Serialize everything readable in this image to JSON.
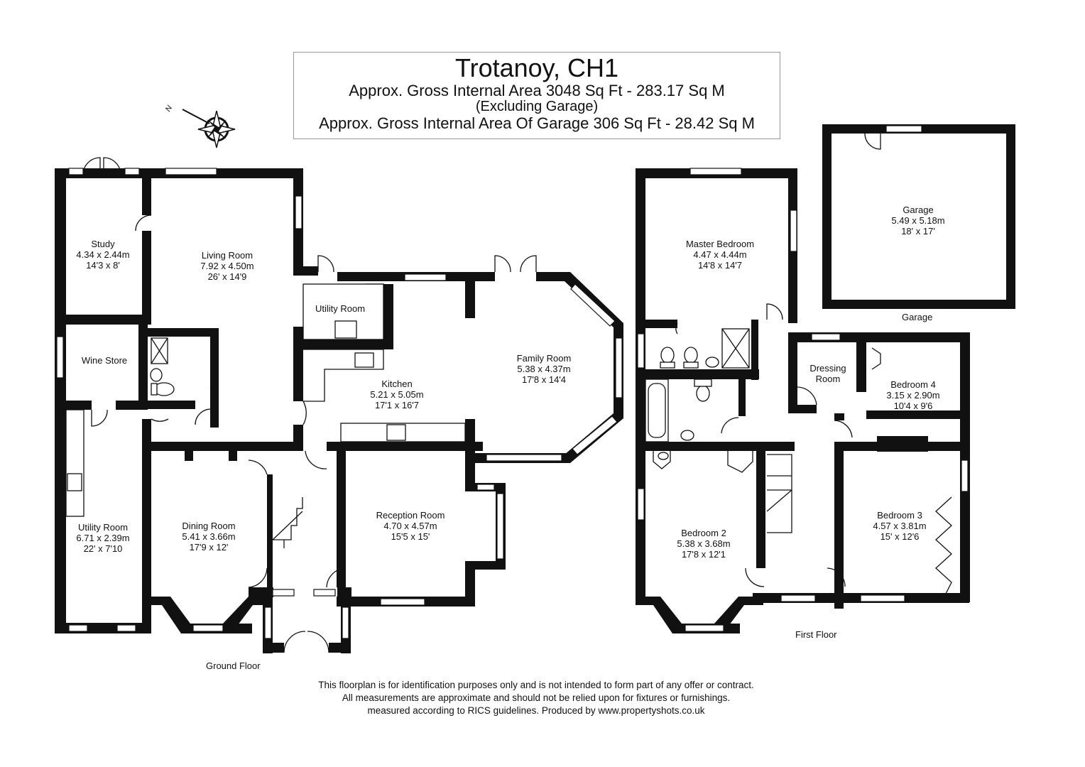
{
  "header": {
    "title": "Trotanoy, CH1",
    "area_line": "Approx. Gross Internal Area   3048 Sq Ft  -  283.17 Sq M",
    "excluding": "(Excluding Garage)",
    "garage_line": "Approx. Gross Internal Area Of Garage  306 Sq Ft  -  28.42 Sq M"
  },
  "compass": {
    "north_label": "N"
  },
  "rooms": {
    "study": {
      "name": "Study",
      "metric": "4.34 x 2.44m",
      "imperial": "14'3 x 8'"
    },
    "living": {
      "name": "Living Room",
      "metric": "7.92 x 4.50m",
      "imperial": "26' x 14'9"
    },
    "utility_small": {
      "name": "Utility Room"
    },
    "wine": {
      "name": "Wine Store"
    },
    "kitchen": {
      "name": "Kitchen",
      "metric": "5.21 x 5.05m",
      "imperial": "17'1 x 16'7"
    },
    "family": {
      "name": "Family Room",
      "metric": "5.38 x 4.37m",
      "imperial": "17'8 x 14'4"
    },
    "utility_large": {
      "name": "Utility Room",
      "metric": "6.71 x 2.39m",
      "imperial": "22' x 7'10"
    },
    "dining": {
      "name": "Dining Room",
      "metric": "5.41 x 3.66m",
      "imperial": "17'9 x 12'"
    },
    "reception": {
      "name": "Reception Room",
      "metric": "4.70 x 4.57m",
      "imperial": "15'5 x 15'"
    },
    "master": {
      "name": "Master Bedroom",
      "metric": "4.47 x 4.44m",
      "imperial": "14'8 x 14'7"
    },
    "garage": {
      "name": "Garage",
      "metric": "5.49 x 5.18m",
      "imperial": "18' x 17'"
    },
    "dressing": {
      "name": "Dressing Room"
    },
    "bed4": {
      "name": "Bedroom 4",
      "metric": "3.15 x 2.90m",
      "imperial": "10'4 x 9'6"
    },
    "bed2": {
      "name": "Bedroom 2",
      "metric": "5.38 x 3.68m",
      "imperial": "17'8 x 12'1"
    },
    "bed3": {
      "name": "Bedroom 3",
      "metric": "4.57 x 3.81m",
      "imperial": "15' x 12'6"
    }
  },
  "floors": {
    "ground": "Ground Floor",
    "first": "First Floor",
    "garage": "Garage"
  },
  "disclaimer": {
    "line1": "This floorplan is for identification purposes only and is not intended to form part of any offer or contract.",
    "line2": "All measurements are approximate and should not be relied upon for fixtures or furnishings.",
    "line3": "measured according to RICS guidelines. Produced by www.propertyshots.co.uk"
  }
}
